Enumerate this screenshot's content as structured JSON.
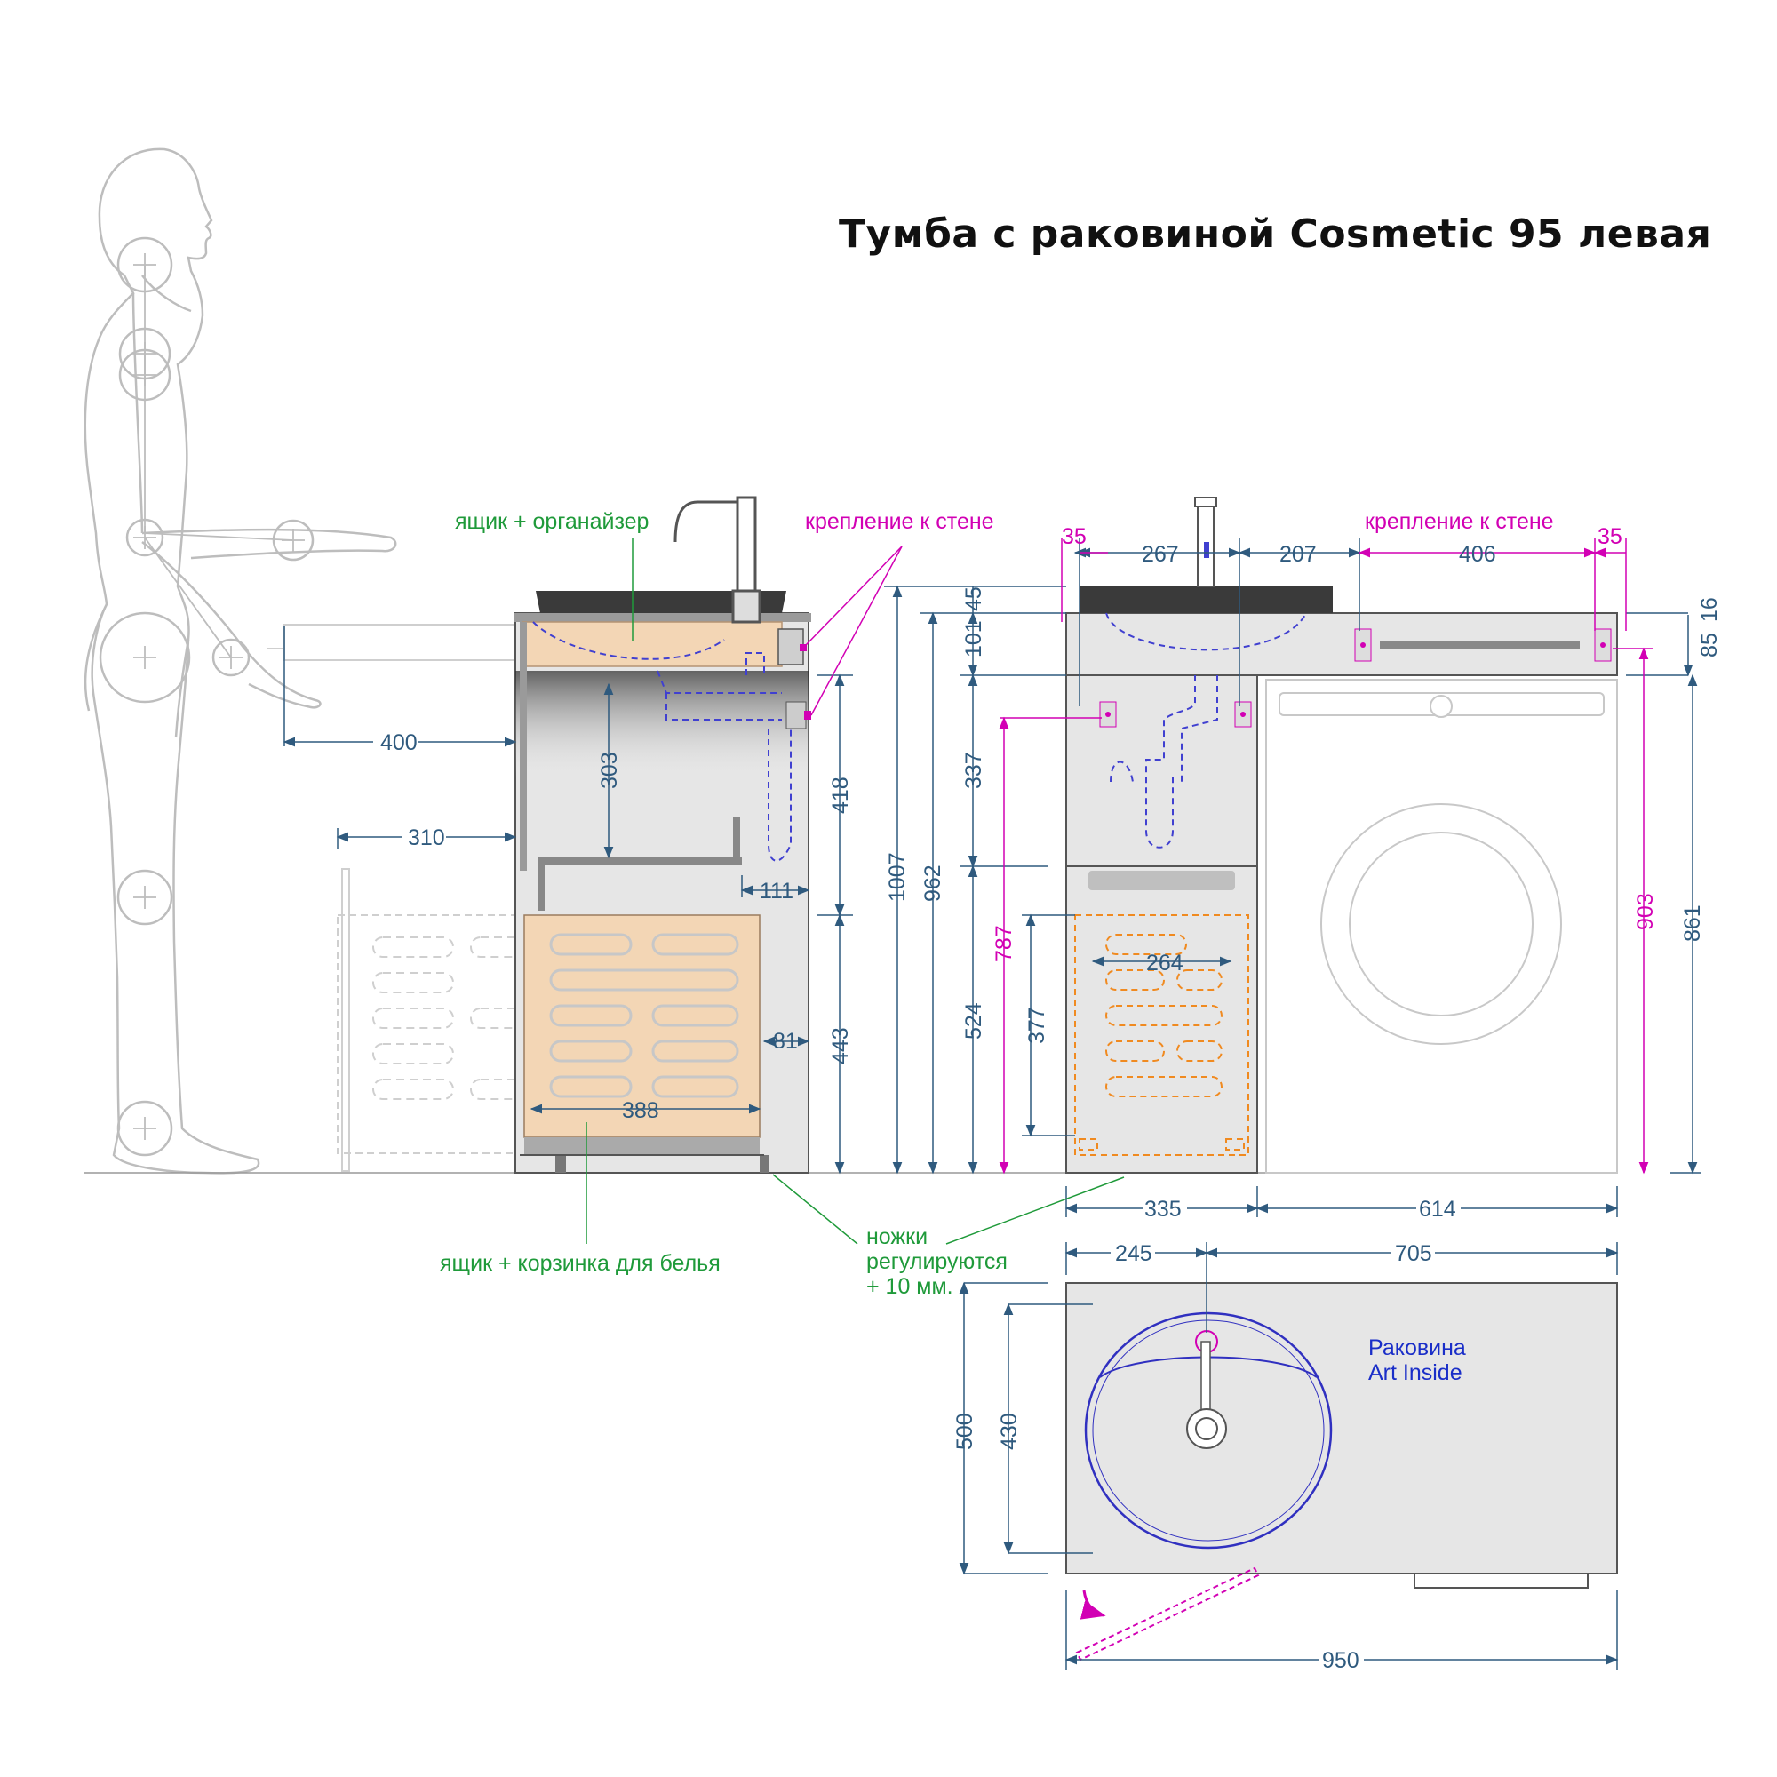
{
  "title": "Тумба с раковиной Cosmetic 95 левая",
  "labels": {
    "drawer_organizer": "ящик + органайзер",
    "wall_mount_side": "крепление к стене",
    "wall_mount_front": "крепление к стене",
    "drawer_basket": "ящик + корзинка для белья",
    "legs_line1": "ножки",
    "legs_line2": "регулируются",
    "legs_line3": "+ 10 мм.",
    "sink_line1": "Раковина",
    "sink_line2": "Art Inside"
  },
  "side_view": {
    "d400": "400",
    "d310": "310",
    "d303": "303",
    "d111": "111",
    "d418": "418",
    "d443": "443",
    "d81": "81",
    "d388": "388"
  },
  "front_view": {
    "d35a": "35",
    "d267": "267",
    "d207": "207",
    "d406": "406",
    "d35b": "35",
    "d45": "45",
    "d101": "101",
    "d16": "16",
    "d85": "85",
    "d1007": "1007",
    "d962": "962",
    "d337": "337",
    "d787": "787",
    "d524": "524",
    "d377": "377",
    "d264": "264",
    "d903": "903",
    "d861": "861",
    "d335": "335",
    "d614": "614"
  },
  "top_view": {
    "d245": "245",
    "d705": "705",
    "d500": "500",
    "d430": "430",
    "d950": "950"
  },
  "colors": {
    "dimension": "#2f5a7e",
    "magenta": "#d200b4",
    "green": "#1f9a3a",
    "blue": "#1a2ec8",
    "drawer_fill": "#f3d6b5",
    "cabinet_fill": "#e6e6e6",
    "orange": "#f08a20"
  }
}
